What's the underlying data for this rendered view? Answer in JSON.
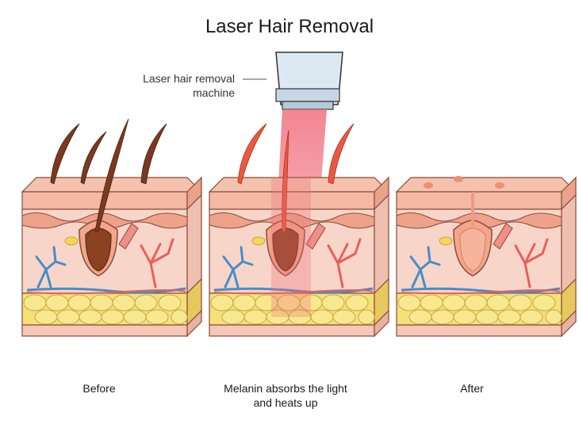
{
  "title": "Laser Hair Removal",
  "machine_label_line1": "Laser hair removal",
  "machine_label_line2": "machine",
  "captions": {
    "before": "Before",
    "middle_line1": "Melanin absorbs the light",
    "middle_line2": "and heats up",
    "after": "After"
  },
  "colors": {
    "skin_top": "#f4b9a3",
    "skin_mid": "#f7d3c4",
    "dermis": "#f6c9bc",
    "hair_dark": "#7a3a20",
    "hair_light": "#e9593f",
    "follicle_wall": "#f2a68c",
    "fat": "#f5e07a",
    "fat_outline": "#c9a93f",
    "vein": "#4a8cc7",
    "artery": "#e8605a",
    "laser": "#f06a7a",
    "machine_body": "#dce8f2"
  },
  "panels": [
    {
      "id": "before",
      "hair_color": "#7a3a20",
      "bulb_color": "#8a4222"
    },
    {
      "id": "melanin",
      "hair_color": "#e9593f",
      "bulb_color": "#8a4222"
    },
    {
      "id": "after",
      "hair_color": "none",
      "bulb_color": "#f2a68c"
    }
  ]
}
